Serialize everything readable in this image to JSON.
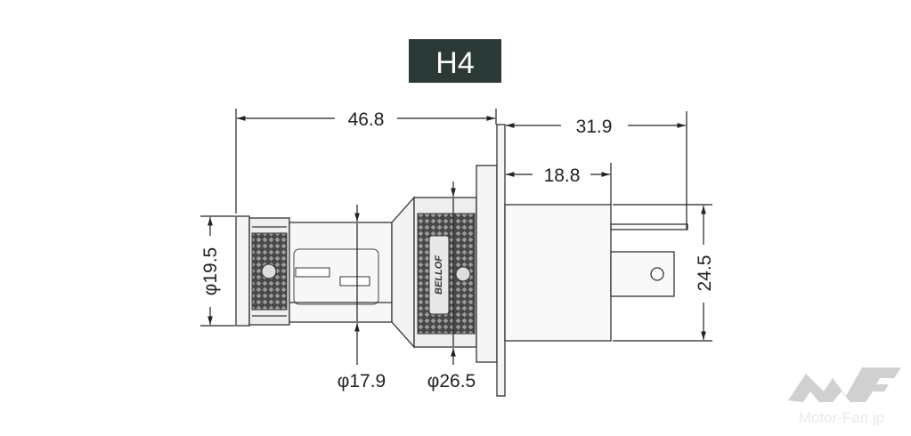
{
  "title": "H4",
  "colors": {
    "title_bg": "#2b3a36",
    "title_fg": "#ffffff",
    "line": "#222222",
    "body_fill": "#f6f6f6",
    "knurl": "#555555",
    "logo": "#c8c8c8"
  },
  "dimensions": {
    "overall_front": "46.8",
    "overall_rear": "31.9",
    "base_length": "18.8",
    "base_height": "24.5",
    "cap_diameter": "φ19.5",
    "body_diameter": "φ17.9",
    "heatsink_diameter": "φ26.5"
  },
  "product_logo": "BELLOF",
  "watermark": {
    "mark": "MF",
    "text": "Motor-Fan.jp"
  }
}
